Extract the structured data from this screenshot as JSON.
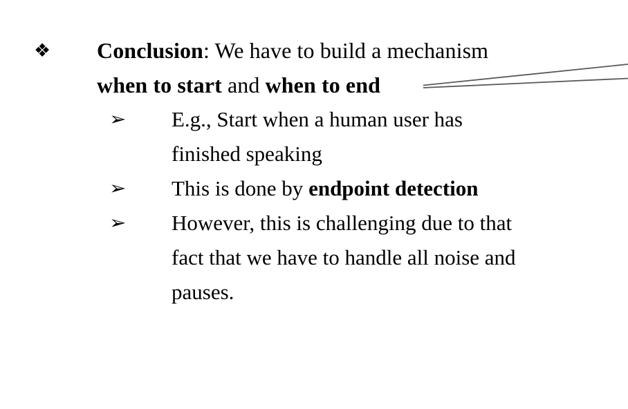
{
  "slide": {
    "background_color": "#ffffff",
    "text_color": "#000000",
    "connector_color": "#595959",
    "bullets": {
      "level1_marker": "❖",
      "level1_marker_name": "diamond-bullet",
      "level2_marker": "➢",
      "level2_marker_name": "arrowhead-bullet"
    },
    "level1": {
      "line1": {
        "bold_lead": "Conclusion",
        "rest": ": We have to build a mechanism"
      },
      "line2": {
        "bold_a": "when to start",
        "mid": " and ",
        "bold_b": "when to end"
      }
    },
    "level2_items": [
      {
        "lines": [
          {
            "text": "E.g., Start when a human user has"
          },
          {
            "text": "finished speaking"
          }
        ]
      },
      {
        "lines": [
          {
            "plain": "This is done by ",
            "bold": "endpoint detection"
          }
        ]
      },
      {
        "lines": [
          {
            "text": "However, this is challenging due to that"
          },
          {
            "text": "fact that we have to handle all noise and"
          },
          {
            "text": "pauses."
          }
        ]
      }
    ]
  }
}
